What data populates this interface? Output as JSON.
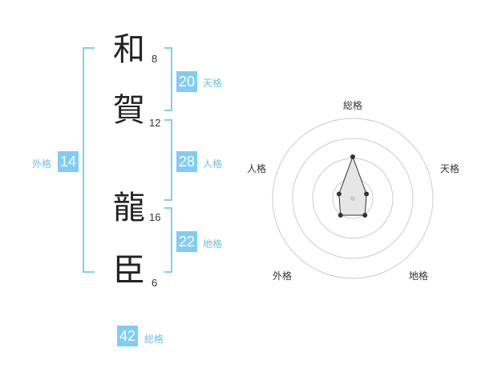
{
  "name": {
    "chars": [
      {
        "char": "和",
        "strokes": "8"
      },
      {
        "char": "賀",
        "strokes": "12"
      },
      {
        "char": "龍",
        "strokes": "16"
      },
      {
        "char": "臣",
        "strokes": "6"
      }
    ]
  },
  "kakusu": {
    "tenkaku": {
      "value": "20",
      "label": "天格"
    },
    "jinkaku": {
      "value": "28",
      "label": "人格"
    },
    "chikaku": {
      "value": "22",
      "label": "地格"
    },
    "gaikaku": {
      "value": "14",
      "label": "外格"
    },
    "soukaku": {
      "value": "42",
      "label": "総格"
    }
  },
  "radar": {
    "labels": {
      "top": "総格",
      "right": "天格",
      "bottom_right": "地格",
      "bottom_left": "外格",
      "left": "人格"
    },
    "colors": {
      "bracket": "#7fcdf6",
      "grid": "#cccccc",
      "fill": "#e6e6e6",
      "point": "#333333"
    }
  },
  "chart_data": {
    "type": "radar",
    "axes": [
      "総格",
      "天格",
      "地格",
      "外格",
      "人格"
    ],
    "values": [
      2.6,
      0.9,
      1.3,
      1.3,
      0.9
    ],
    "rmax": 5,
    "rings": 4
  }
}
